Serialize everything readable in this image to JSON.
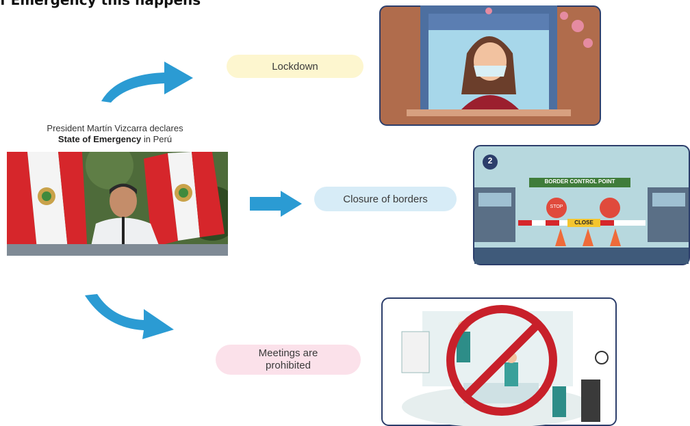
{
  "header": {
    "title": "f Emergency this happens"
  },
  "source": {
    "caption_line1": "President Martín Vizcarra declares",
    "caption_bold": "State of Emergency",
    "caption_tail": " in Perú"
  },
  "measures": [
    {
      "label": "Lockdown",
      "color": "#fdf6cf"
    },
    {
      "label": "Closure of borders",
      "color": "#d7ecf7"
    },
    {
      "label_line1": "Meetings are",
      "label_line2": "prohibited",
      "color": "#fbe1ea"
    }
  ],
  "border_scene": {
    "badge": "2",
    "sign": "BORDER CONTROL POINT",
    "stop": "STOP",
    "close": "CLOSE"
  },
  "colors": {
    "arrow": "#2b9bd3",
    "accent_blue": "#2c3e6b"
  }
}
